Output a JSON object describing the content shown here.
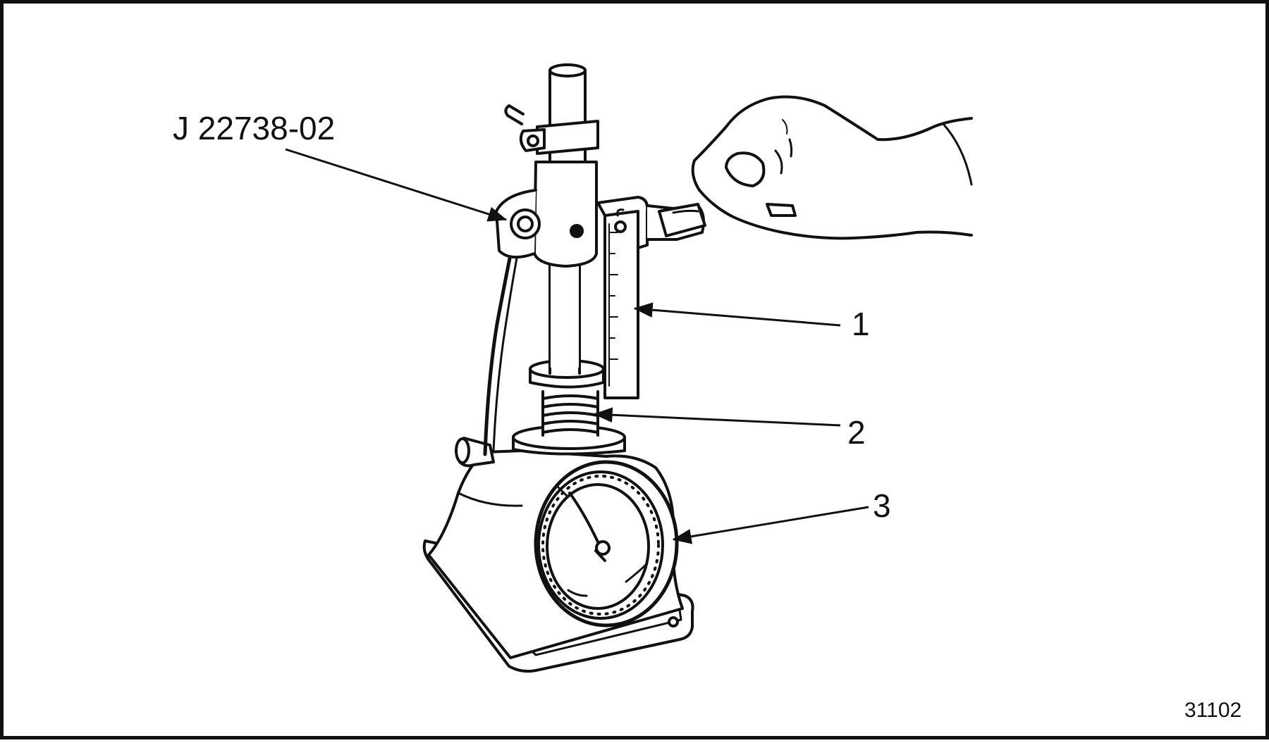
{
  "tool_label": "J 22738-02",
  "callouts": [
    {
      "number": "1"
    },
    {
      "number": "2"
    },
    {
      "number": "3"
    }
  ],
  "figure_number": "31102",
  "colors": {
    "ink": "#111111",
    "paper": "#ffffff"
  }
}
